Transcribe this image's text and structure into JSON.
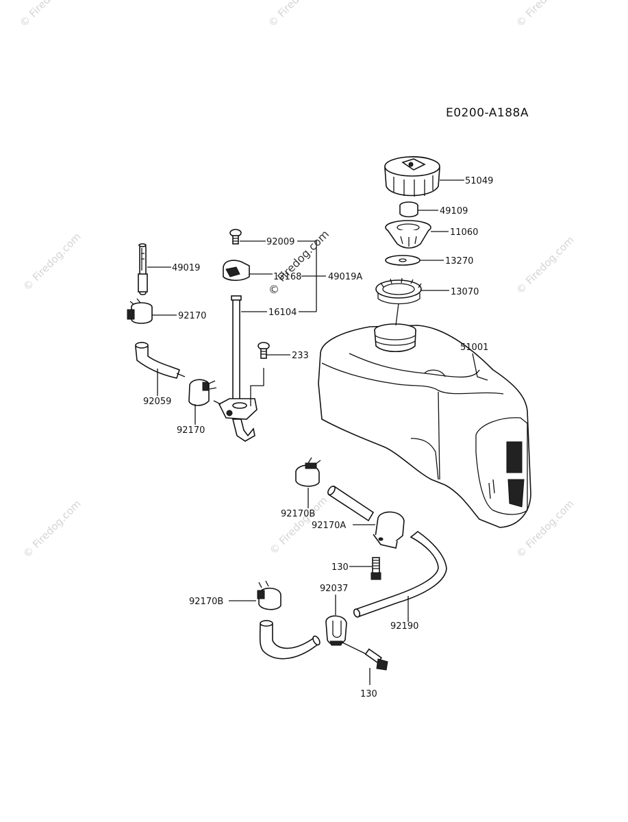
{
  "diagram_code": "E0200-A188A",
  "watermark": "© Firedog.com",
  "watermark_center": "Firedog.com",
  "watermark_copy": "©",
  "labels": {
    "p51049": "51049",
    "p49109": "49109",
    "p11060": "11060",
    "p13270": "13270",
    "p13070": "13070",
    "p51001": "51001",
    "p92009": "92009",
    "p49019": "49019",
    "p13168": "13168",
    "p49019A": "49019A",
    "p92170_top": "92170",
    "p16104": "16104",
    "p233": "233",
    "p92059": "92059",
    "p92170_mid": "92170",
    "p92170B_top": "92170B",
    "p92170A": "92170A",
    "p130_top": "130",
    "p92037": "92037",
    "p92170B_bot": "92170B",
    "p92190": "92190",
    "p130_bot": "130"
  }
}
